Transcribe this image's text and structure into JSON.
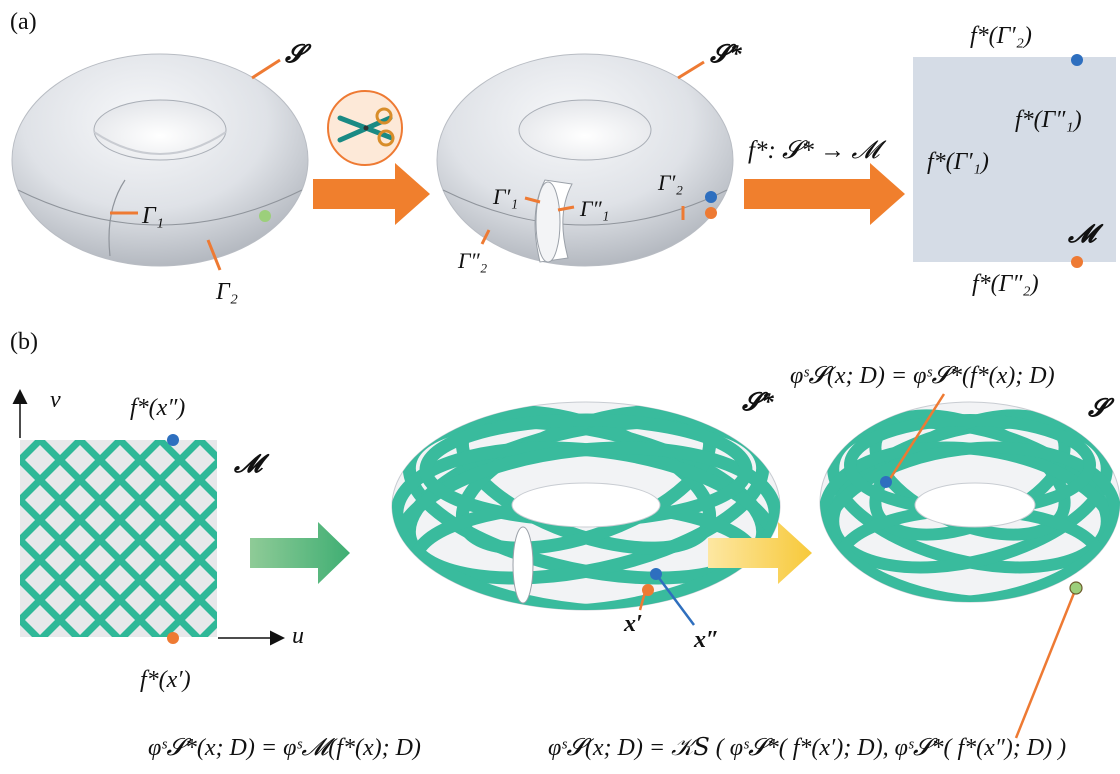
{
  "panels": {
    "a": "(a)",
    "b": "(b)"
  },
  "colors": {
    "torus_fill": "#dfe2e7",
    "torus_shadow": "#a9aeb6",
    "param_domain": "#d5dce6",
    "arrow_orange": "#f07f2d",
    "arrow_green": "#4bb079",
    "arrow_yellow": "#f8d04a",
    "lattice": "#2fb898",
    "point_blue": "#2e6fbf",
    "point_orange": "#ee7a33",
    "point_green": "#9ccf7b",
    "leader_orange": "#ee7a33",
    "leader_blue": "#2f6fbe"
  },
  "icons": {
    "cut": "scissors-icon"
  },
  "labels_a": {
    "S": "𝓢",
    "S_star": "𝓢*",
    "M": "𝓜",
    "gamma1": "Γ₁",
    "gamma2": "Γ₂",
    "gamma1p": "Γ′₁",
    "gamma1pp": "Γ″₁",
    "gamma2p": "Γ′₂",
    "gamma2pp": "Γ″₂",
    "map": "f*: 𝓢* → 𝓜",
    "f_g2p": "f*(Γ′₂)",
    "f_g1pp": "f*(Γ″₁)",
    "f_g1p": "f*(Γ′₁)",
    "f_g2pp": "f*(Γ″₂)"
  },
  "labels_b": {
    "v": "v",
    "u": "u",
    "f_xpp": "f*(x″)",
    "f_xp": "f*(x′)",
    "M": "𝓜",
    "S_star": "𝓢*",
    "S": "𝓢",
    "xp": "x′",
    "xpp": "x″",
    "eq_top": "φˢ𝓢(x; D) = φˢ𝓢*(f*(x); D)",
    "eq_left": "φˢ𝓢*(x; D) = φˢ𝓜(f*(x); D)",
    "eq_right": "φˢ𝓢(x; D) = 𝒦𝑆 ( φˢ𝓢*( f*(x′); D), φˢ𝓢*( f*(x″); D) )"
  }
}
